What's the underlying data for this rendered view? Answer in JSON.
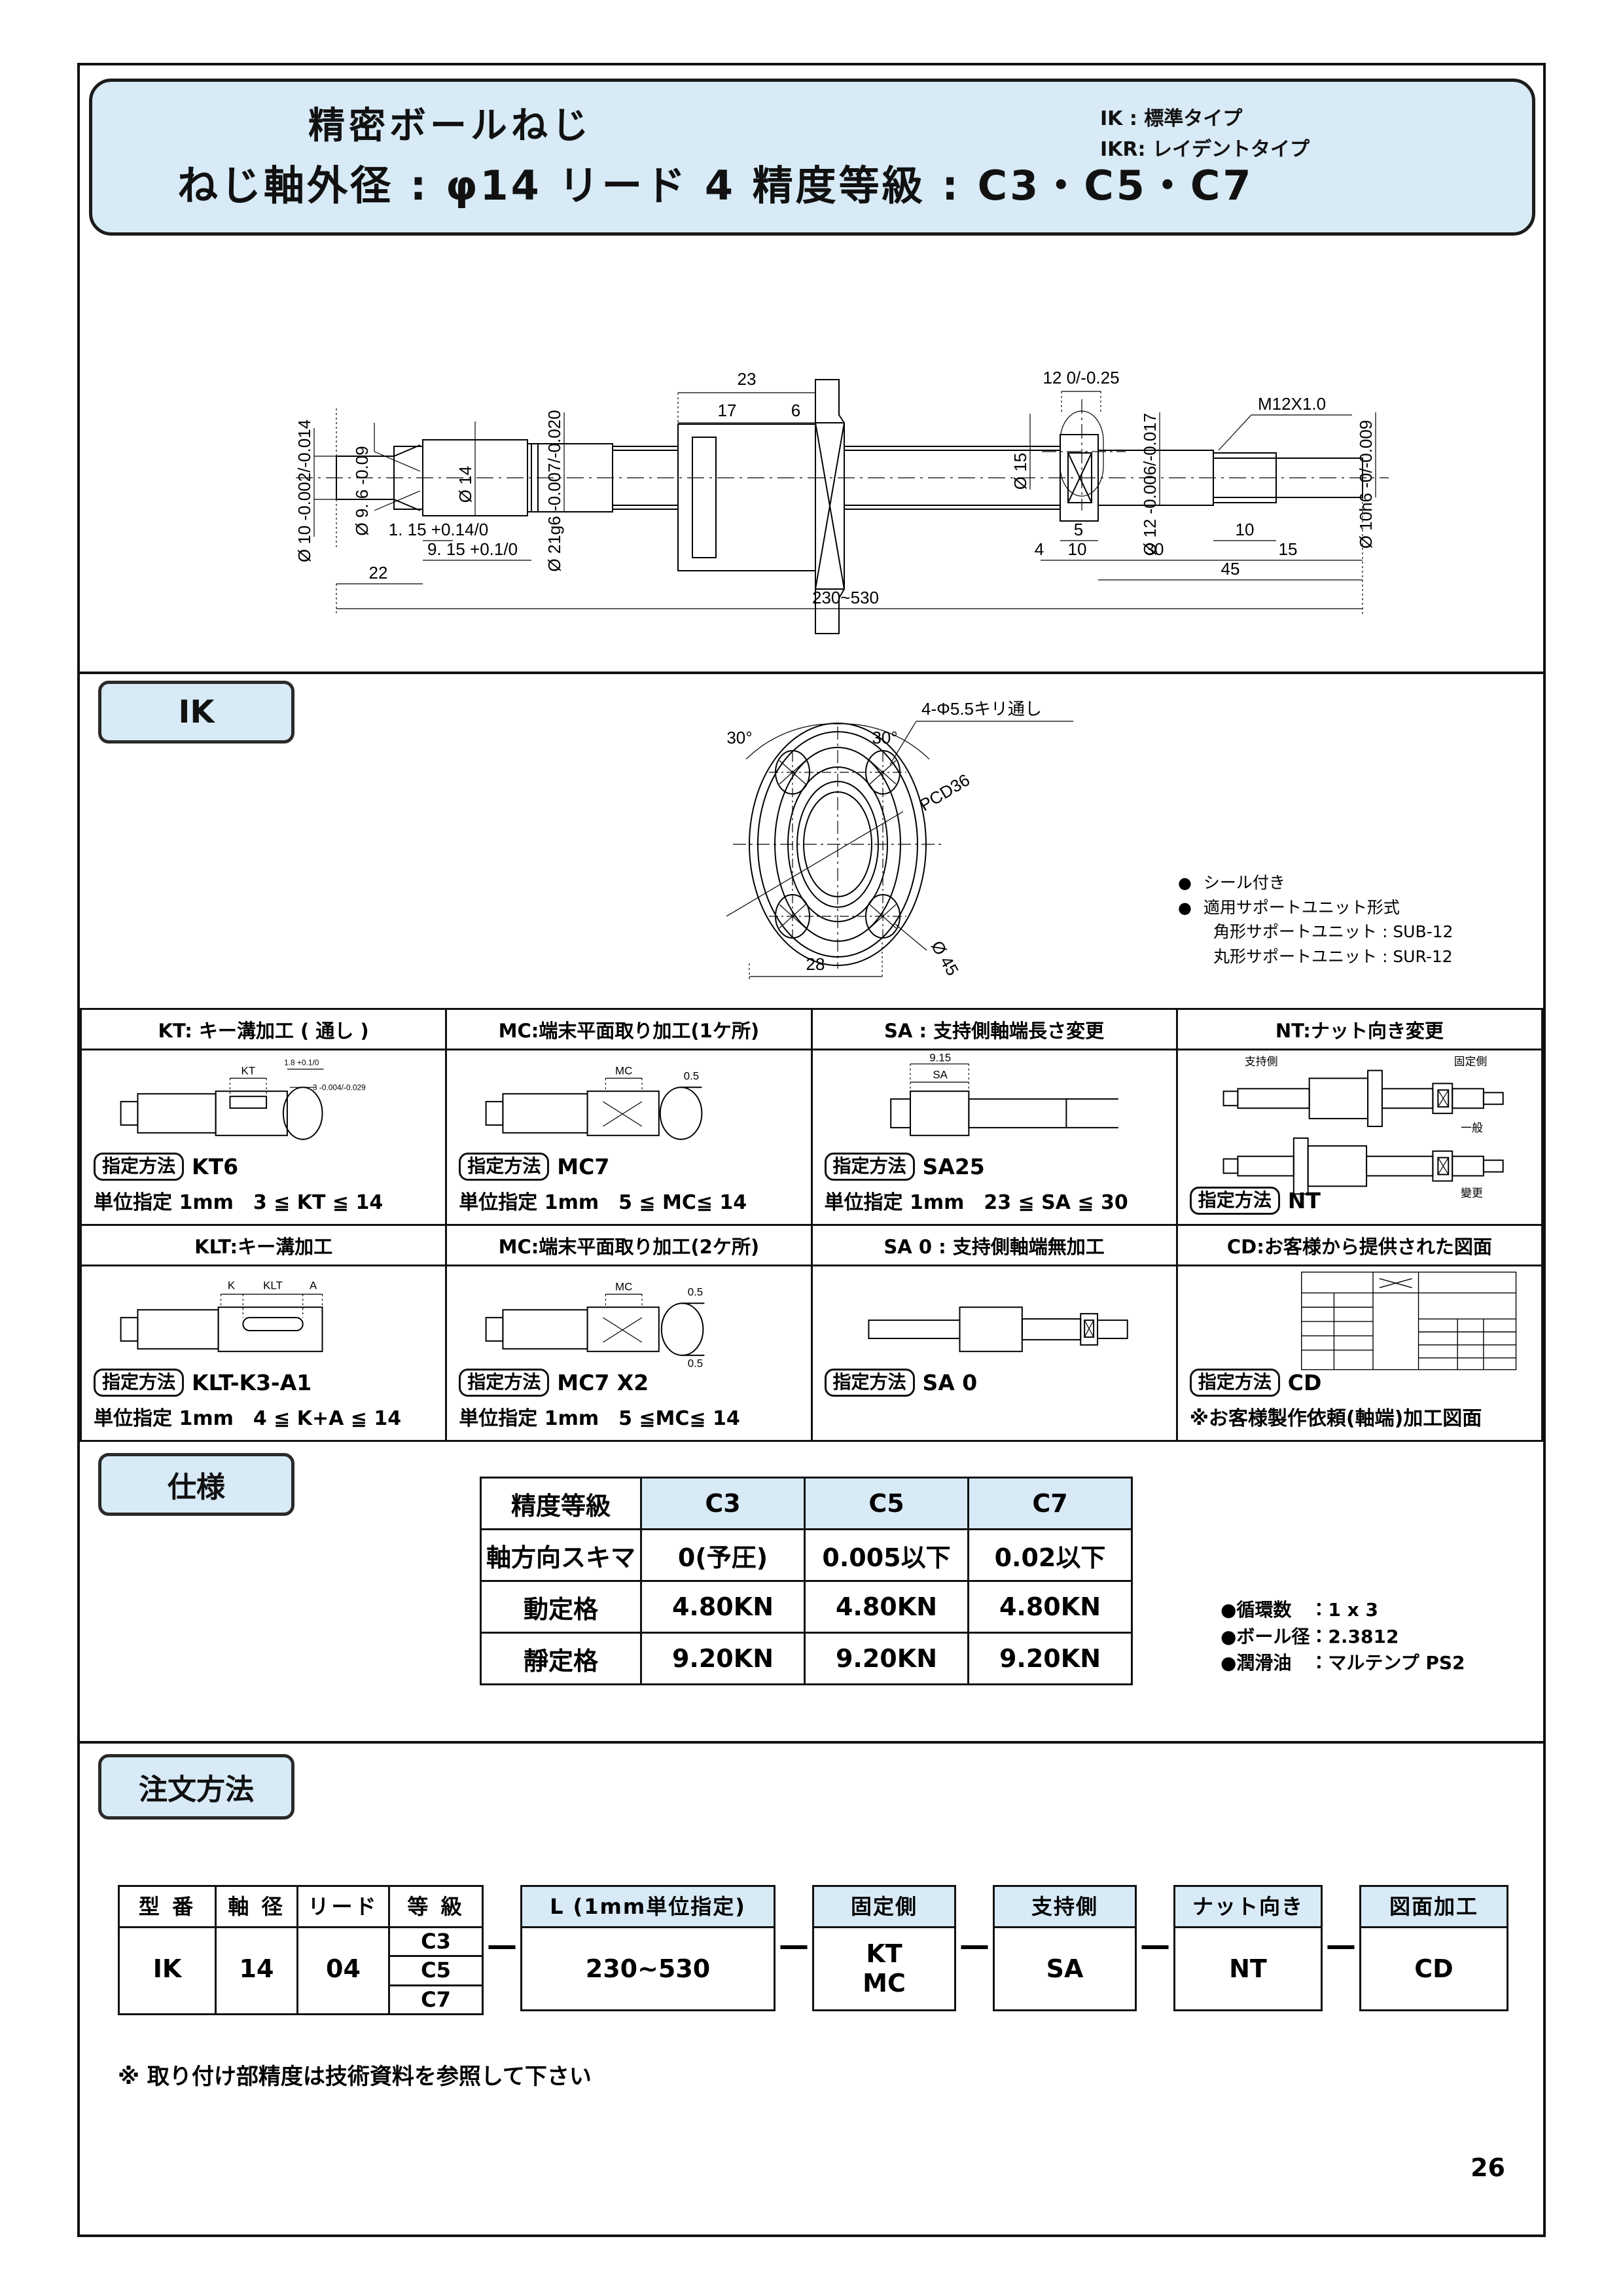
{
  "header": {
    "title_main": "精密ボールねじ",
    "title_sub": "ねじ軸外径 : φ14 リード 4 精度等級 : C3・C5・C7",
    "type_ik": "IK : 標準タイプ",
    "type_ikr": "IKR: レイデントタイプ"
  },
  "drawing": {
    "dim_d10": "Ø 10 -0.002/-0.014",
    "dim_d96": "Ø 9. 6 -0.09",
    "dim_d14": "Ø 14",
    "dim_d21g6": "Ø 21g6 -0.007/-0.020",
    "dim_23": "23",
    "dim_17": "17",
    "dim_6": "6",
    "dim_12_tol": "12 0/-0.25",
    "dim_d15": "Ø 15",
    "dim_d12": "Ø 12 -0.006/-0.017",
    "dim_thread": "M12X1.0",
    "dim_d10h6": "Ø 10h6 -0/-0.009",
    "dim_115": "1. 15 +0.14/0",
    "dim_915": "9. 15 +0.1/0",
    "dim_22": "22",
    "dim_5": "5",
    "dim_4": "4",
    "dim_10a": "10",
    "dim_30": "30",
    "dim_15": "15",
    "dim_45": "45",
    "dim_10b": "10",
    "dim_total": "230~530"
  },
  "ik_section": {
    "label": "IK",
    "flange": {
      "angle_left": "30°",
      "angle_right": "30°",
      "hole_note": "4-Φ5.5キリ通し",
      "pcd": "PCD36",
      "outer_dia": "Ø 45",
      "width": "28"
    },
    "notes": [
      {
        "bullet": "●",
        "text": "シール付き"
      },
      {
        "bullet": "●",
        "text": "適用サポートユニット形式"
      }
    ],
    "note_indent": [
      "角形サポートユニット : SUB-12",
      "丸形サポートユニット : SUR-12"
    ]
  },
  "options": {
    "spec_tag": "指定方法",
    "row1": [
      {
        "header": "KT: キー溝加工 ( 通し )",
        "spec_value": "KT6",
        "unit_line": "単位指定 1mm　3 ≦ KT ≦ 14",
        "fig_labels": [
          "KT",
          "1.8 +0.1/0",
          "3 -0.004/-0.029"
        ]
      },
      {
        "header": "MC:端末平面取り加工(1ケ所)",
        "spec_value": "MC7",
        "unit_line": "単位指定 1mm　5 ≦ MC≦ 14",
        "fig_labels": [
          "MC",
          "0.5"
        ]
      },
      {
        "header": "SA : 支持側軸端長さ変更",
        "spec_value": "SA25",
        "unit_line": "単位指定 1mm　23 ≦ SA ≦ 30",
        "fig_labels": [
          "SA",
          "9.15"
        ]
      },
      {
        "header": "NT:ナット向き変更",
        "spec_value": "NT",
        "unit_line": "",
        "fig_labels": [
          "支持側",
          "固定側",
          "一般",
          "變更"
        ]
      }
    ],
    "row2": [
      {
        "header": "KLT:キー溝加工",
        "spec_value": "KLT-K3-A1",
        "unit_line": "単位指定 1mm　4 ≦ K+A ≦ 14",
        "fig_labels": [
          "K",
          "KLT",
          "A"
        ]
      },
      {
        "header": "MC:端末平面取り加工(2ケ所)",
        "spec_value": "MC7 X2",
        "unit_line": "単位指定 1mm　5 ≦MC≦ 14",
        "fig_labels": [
          "MC",
          "0.5",
          "0.5"
        ]
      },
      {
        "header": "SA 0 : 支持側軸端無加工",
        "spec_value": "SA 0",
        "unit_line": "",
        "fig_labels": []
      },
      {
        "header": "CD:お客様から提供された図面",
        "spec_value": "CD",
        "unit_line": "※お客様製作依頼(軸端)加工図面",
        "fig_labels": []
      }
    ]
  },
  "spec": {
    "label": "仕様",
    "headers": [
      "精度等級",
      "C3",
      "C5",
      "C7"
    ],
    "rows": [
      {
        "name": "軸方向スキマ",
        "values": [
          "0(予圧)",
          "0.005以下",
          "0.02以下"
        ]
      },
      {
        "name": "動定格",
        "values": [
          "4.80KN",
          "4.80KN",
          "4.80KN"
        ]
      },
      {
        "name": "靜定格",
        "values": [
          "9.20KN",
          "9.20KN",
          "9.20KN"
        ]
      }
    ],
    "notes": [
      "●循環数　：1 x 3",
      "●ボール径：2.3812",
      "●潤滑油　：マルテンプ PS2"
    ]
  },
  "order": {
    "label": "注文方法",
    "model_headers": [
      "型 番",
      "軸 径",
      "リード",
      "等 級"
    ],
    "model_values": [
      "IK",
      "14",
      "04"
    ],
    "grades": [
      "C3",
      "C5",
      "C7"
    ],
    "dash": "—",
    "fields": [
      {
        "header": "L (1mm単位指定)",
        "value": "230~530"
      },
      {
        "header": "固定側",
        "value": "KT\nMC"
      },
      {
        "header": "支持側",
        "value": "SA"
      },
      {
        "header": "ナット向き",
        "value": "NT"
      },
      {
        "header": "図面加工",
        "value": "CD"
      }
    ],
    "footer_note": "※ 取り付け部精度は技術資料を参照して下さい"
  },
  "page_number": "26",
  "colors": {
    "accent_fill": "#d7eaf6",
    "line": "#111111"
  }
}
